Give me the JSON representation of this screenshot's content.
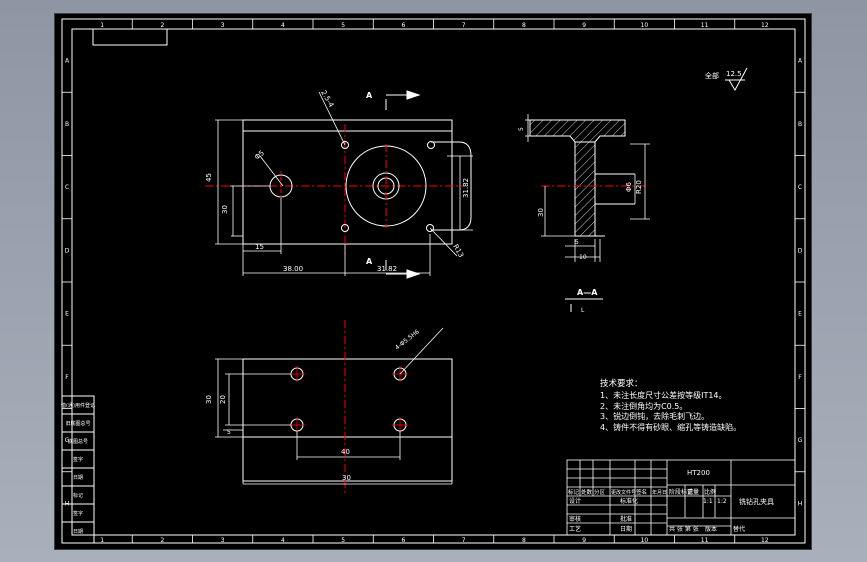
{
  "sheet": {
    "col_numbers": [
      "1",
      "2",
      "3",
      "4",
      "5",
      "6",
      "7",
      "8",
      "9",
      "10",
      "11",
      "12"
    ],
    "row_letters": [
      "A",
      "B",
      "C",
      "D",
      "E",
      "F",
      "G",
      "H"
    ],
    "background": "#000000",
    "line_color": "#ffffff",
    "center_color": "#ff0000",
    "dim_color": "#ffffff"
  },
  "drawing": {
    "roughness": "12.5",
    "roughness_prefix": "全部",
    "section_label": "A",
    "section_view_label": "A—A",
    "section_view_sub": "L",
    "dims_top": {
      "height": "45",
      "left_hole_height": "30",
      "left_offset": "15",
      "base_len_1": "38.00",
      "base_len_2": "31.82",
      "right_height": "31.82",
      "hole_dia": "Φ5",
      "small_hole": "2.5-4",
      "corner_hole": "R13"
    },
    "dims_section": {
      "top": "5",
      "d1": "Φ6",
      "d2": "R20",
      "height": "30",
      "w1": "5",
      "w2": "10"
    },
    "dims_bottom": {
      "height1": "30",
      "height2": "20",
      "offset": "5",
      "hole_spacing": "40",
      "total_len": "30",
      "hole_note": "4-Φ5.5H6"
    }
  },
  "notes": {
    "title": "技术要求：",
    "items": [
      "1、未注长度尺寸公差按等级IT14。",
      "2、未注倒角均为C0.5。",
      "3、锐边倒钝，去除毛刺飞边。",
      "4、铸件不得有砂眼、缩孔等铸造缺陷。"
    ]
  },
  "title_block": {
    "material": "HT200",
    "part_name": "铣钻孔夹具",
    "scale_label": "比例",
    "scale_value": "1:1",
    "sheet_value": "1:2",
    "header_cells": [
      "标记",
      "处数",
      "分区",
      "更改文件号",
      "签名",
      "年月日"
    ],
    "left_labels": [
      "设计",
      "审核",
      "工艺"
    ],
    "mid_labels": [
      "标准化",
      "批准",
      "日期"
    ],
    "weight_labels": [
      "阶段标记",
      "重量",
      "比例"
    ],
    "bottom_labels": [
      "共  张 第  张",
      "版本",
      "替代"
    ]
  },
  "side_table": {
    "labels": [
      "借(通)用件登记",
      "旧底图总号",
      "底图总号",
      "签字",
      "日期",
      "标记",
      "签字",
      "日期"
    ]
  }
}
